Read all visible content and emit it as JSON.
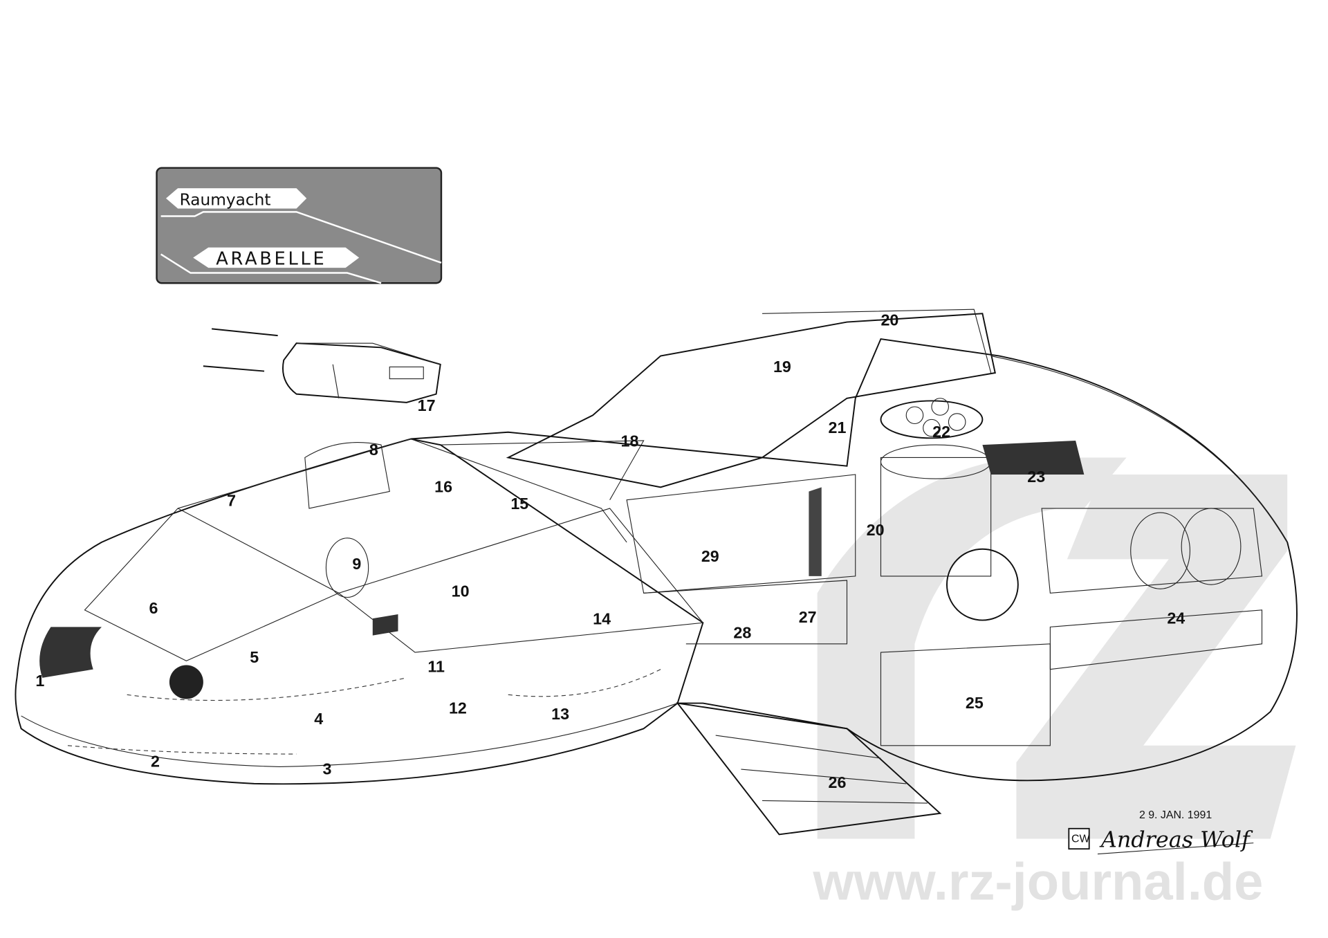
{
  "title_plate": {
    "line1": "Raumyacht",
    "line2": "ARABELLE",
    "background_color": "#8a8a8a"
  },
  "callouts": [
    {
      "number": "1"
    },
    {
      "number": "2"
    },
    {
      "number": "3"
    },
    {
      "number": "4"
    },
    {
      "number": "5"
    },
    {
      "number": "6"
    },
    {
      "number": "7"
    },
    {
      "number": "8"
    },
    {
      "number": "9"
    },
    {
      "number": "10"
    },
    {
      "number": "11"
    },
    {
      "number": "12"
    },
    {
      "number": "13"
    },
    {
      "number": "14"
    },
    {
      "number": "15"
    },
    {
      "number": "16"
    },
    {
      "number": "17"
    },
    {
      "number": "18"
    },
    {
      "number": "19"
    },
    {
      "number": "20"
    },
    {
      "number": "21"
    },
    {
      "number": "22"
    },
    {
      "number": "23"
    },
    {
      "number": "20"
    },
    {
      "number": "24"
    },
    {
      "number": "25"
    },
    {
      "number": "26"
    },
    {
      "number": "27"
    },
    {
      "number": "28"
    },
    {
      "number": "29"
    }
  ],
  "watermark": {
    "url": "www.rz-journal.de",
    "color": "#e2e2e2"
  },
  "stamp": {
    "date": "2 9. JAN. 1991",
    "signature": "Andreas Wolf",
    "logo": "CW"
  }
}
